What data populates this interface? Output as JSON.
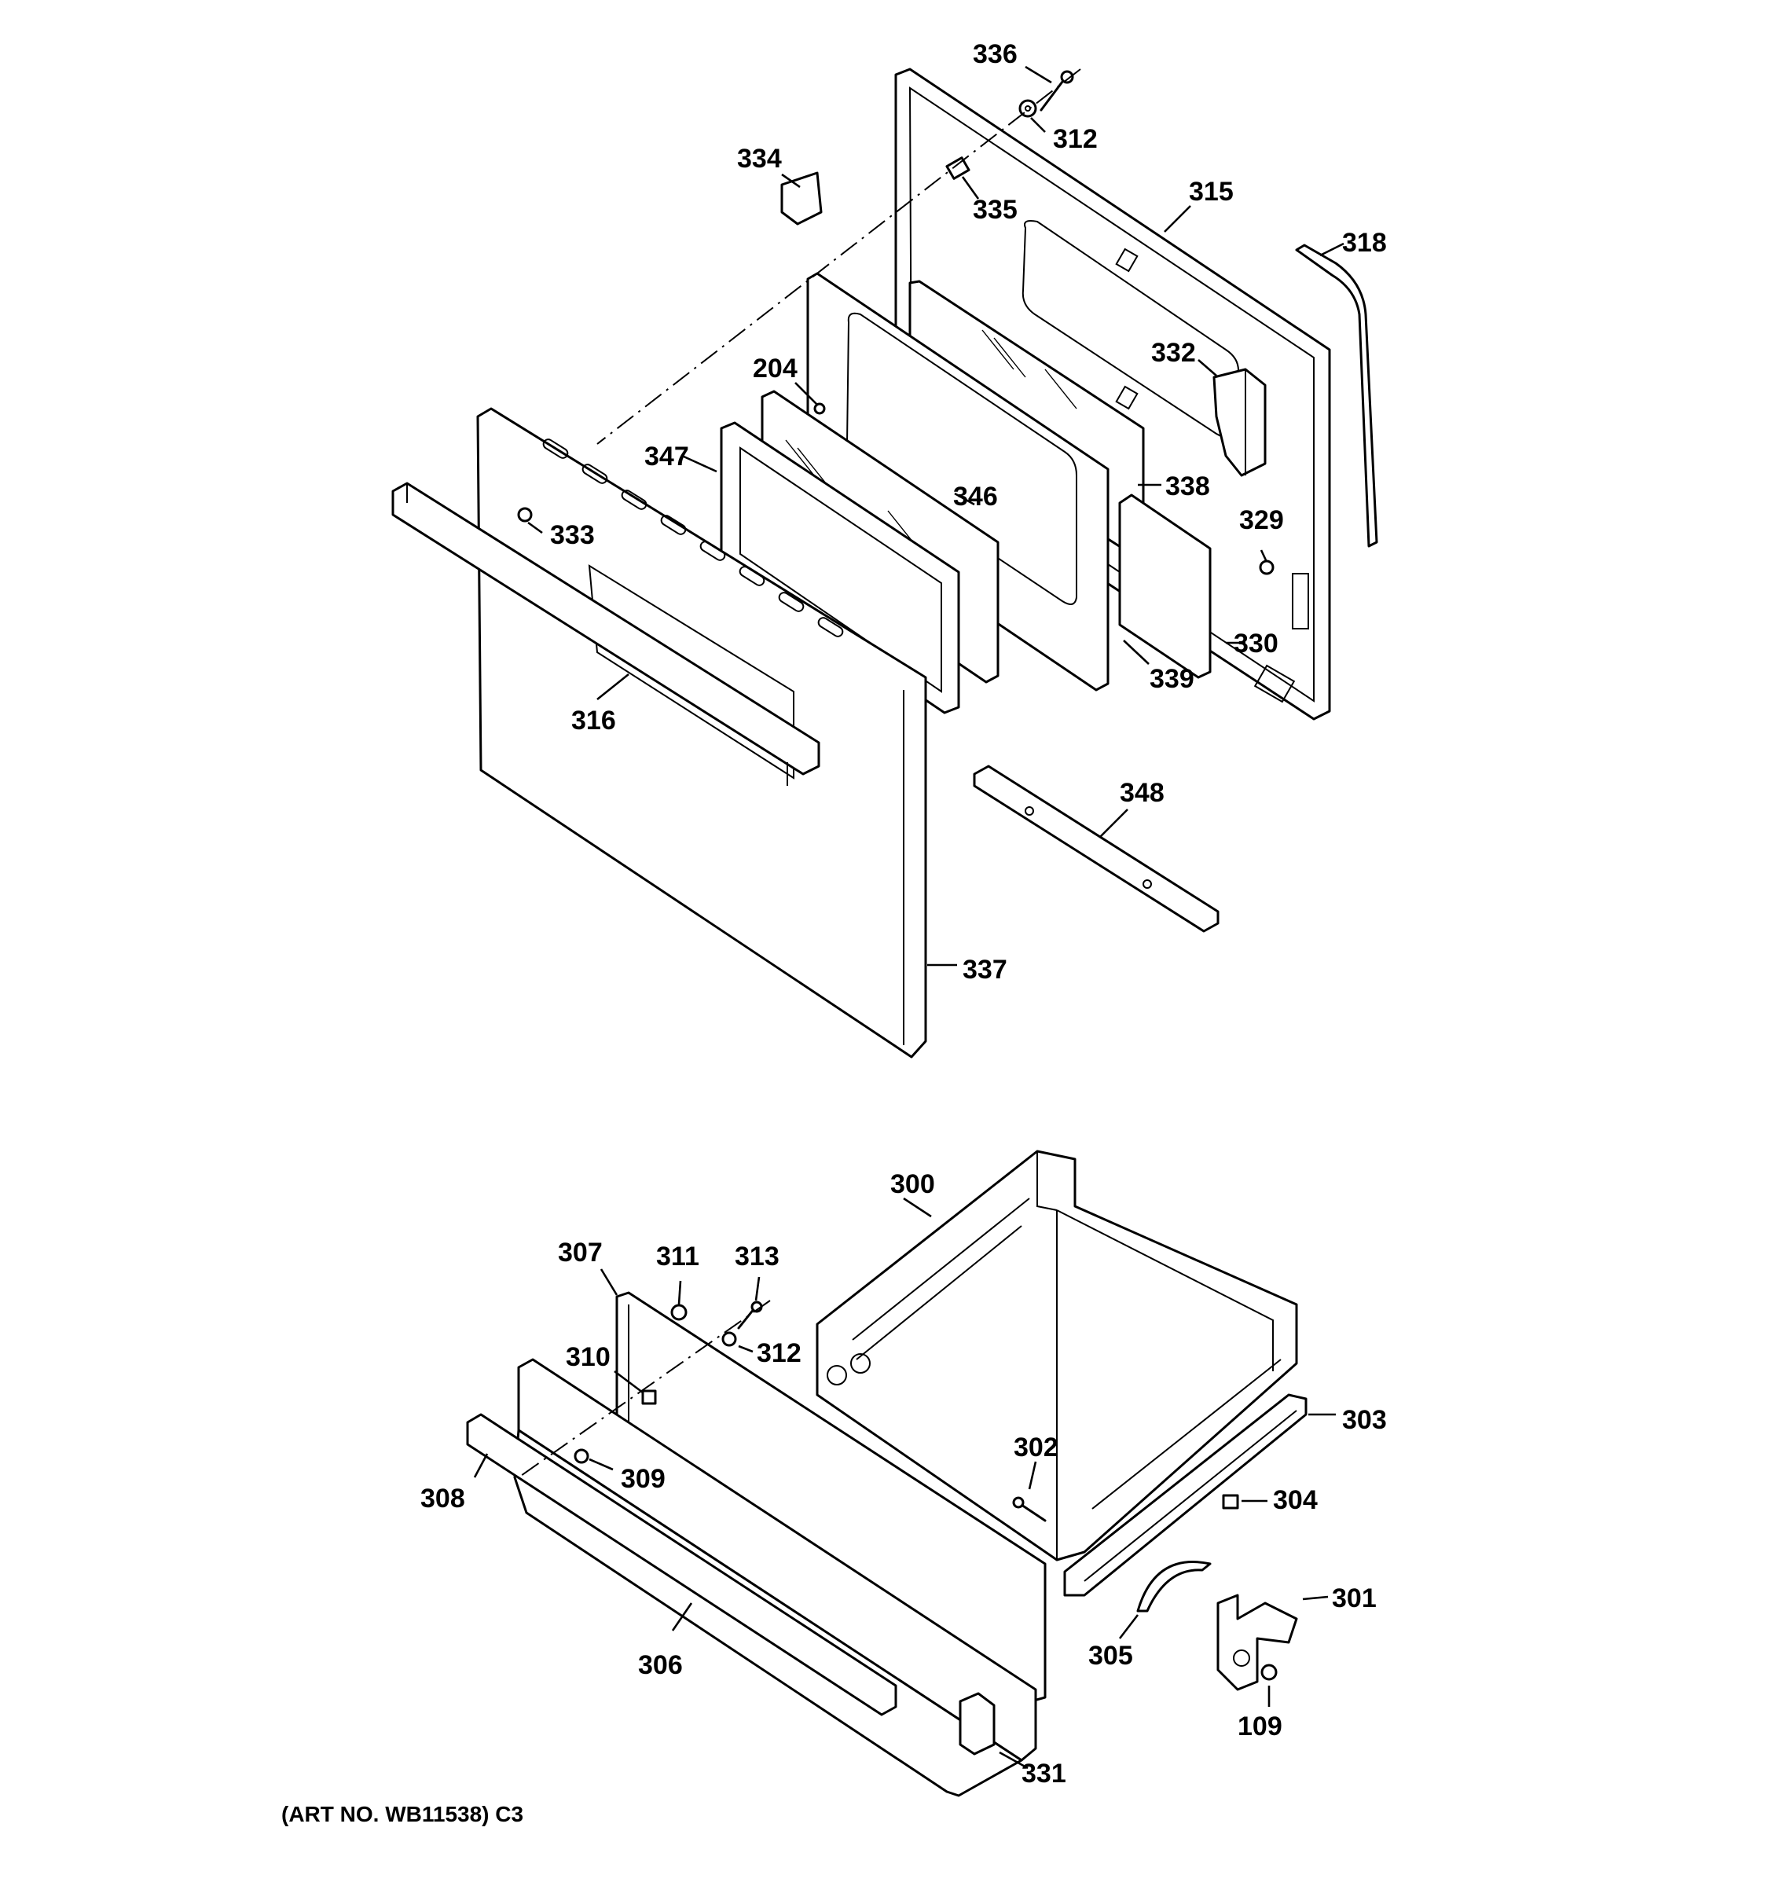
{
  "diagram": {
    "art_number": "(ART NO. WB11538) C3",
    "parts": [
      {
        "id": "336"
      },
      {
        "id": "312"
      },
      {
        "id": "334"
      },
      {
        "id": "335"
      },
      {
        "id": "315"
      },
      {
        "id": "318"
      },
      {
        "id": "332"
      },
      {
        "id": "204"
      },
      {
        "id": "347"
      },
      {
        "id": "346"
      },
      {
        "id": "338"
      },
      {
        "id": "333"
      },
      {
        "id": "329"
      },
      {
        "id": "330"
      },
      {
        "id": "339"
      },
      {
        "id": "316"
      },
      {
        "id": "348"
      },
      {
        "id": "337"
      },
      {
        "id": "300"
      },
      {
        "id": "307"
      },
      {
        "id": "311"
      },
      {
        "id": "313"
      },
      {
        "id": "312"
      },
      {
        "id": "310"
      },
      {
        "id": "303"
      },
      {
        "id": "302"
      },
      {
        "id": "308"
      },
      {
        "id": "309"
      },
      {
        "id": "304"
      },
      {
        "id": "301"
      },
      {
        "id": "305"
      },
      {
        "id": "306"
      },
      {
        "id": "109"
      },
      {
        "id": "331"
      }
    ]
  }
}
